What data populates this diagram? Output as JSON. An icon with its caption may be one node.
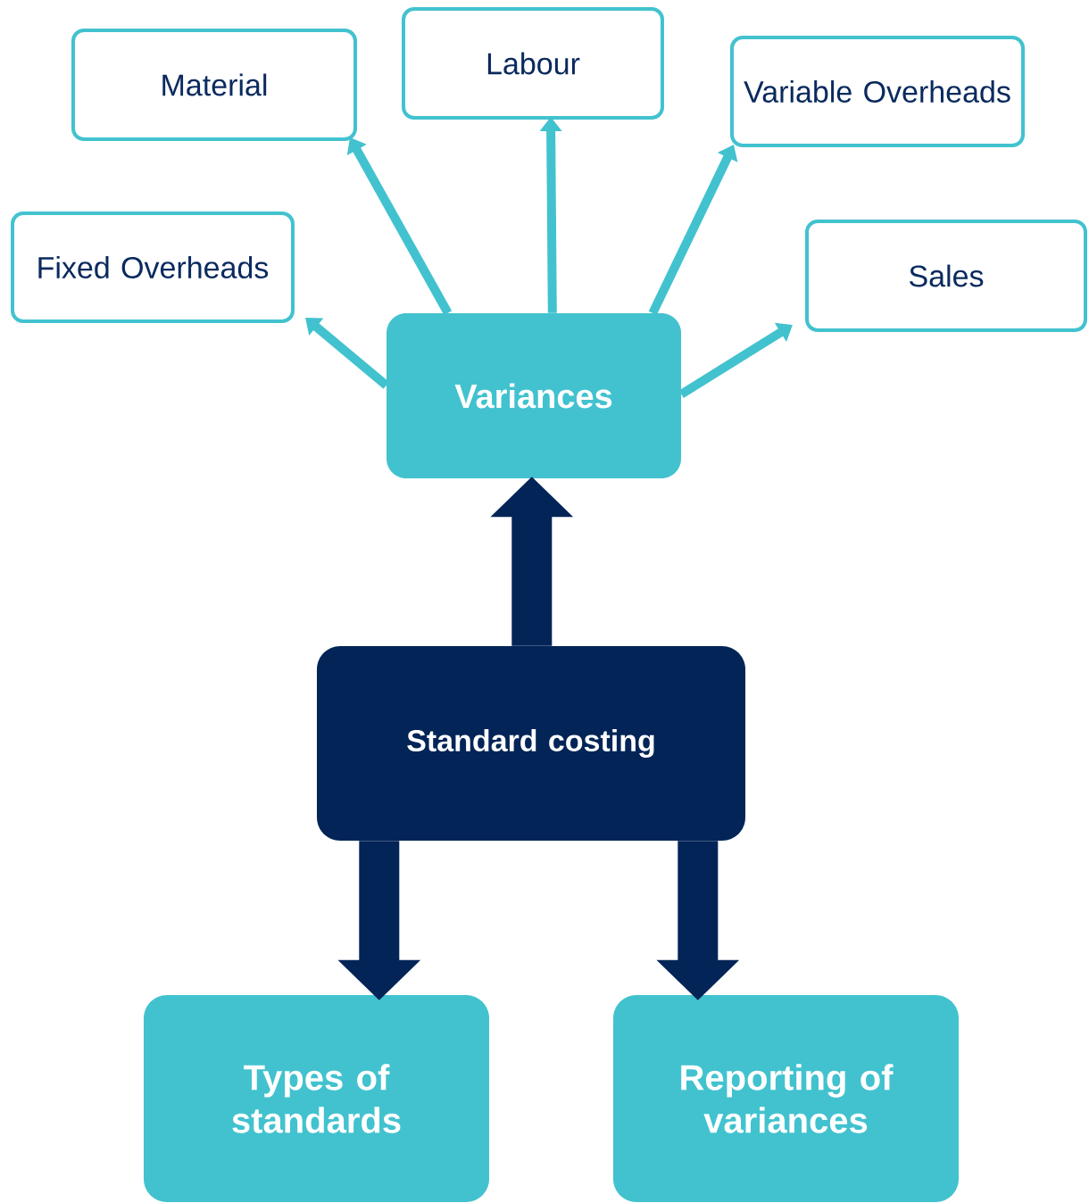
{
  "diagram": {
    "nodes": [
      {
        "text": [
          "Material"
        ]
      },
      {
        "text": [
          "Labour"
        ]
      },
      {
        "text": [
          "Variable Overheads"
        ]
      },
      {
        "text": [
          "Fixed Overheads"
        ]
      },
      {
        "text": [
          "Sales"
        ]
      },
      {
        "text": [
          "Variances"
        ]
      },
      {
        "text": [
          "Standard costing"
        ]
      },
      {
        "text": [
          "Types of standards"
        ]
      },
      {
        "text": [
          "Reporting of variances"
        ]
      }
    ],
    "edges": [
      {
        "from": 5,
        "to": 0,
        "arrow": "to"
      },
      {
        "from": 5,
        "to": 1,
        "arrow": "to"
      },
      {
        "from": 5,
        "to": 2,
        "arrow": "to"
      },
      {
        "from": 5,
        "to": 3,
        "arrow": "to"
      },
      {
        "from": 5,
        "to": 4,
        "arrow": "to"
      },
      {
        "from": 6,
        "to": 5,
        "arrow": "to",
        "style": "thick",
        "color": "#022457"
      },
      {
        "from": 6,
        "to": 7,
        "arrow": "to",
        "style": "thick",
        "color": "#022457"
      },
      {
        "from": 6,
        "to": 8,
        "arrow": "to",
        "style": "thick",
        "color": "#022457"
      }
    ]
  }
}
